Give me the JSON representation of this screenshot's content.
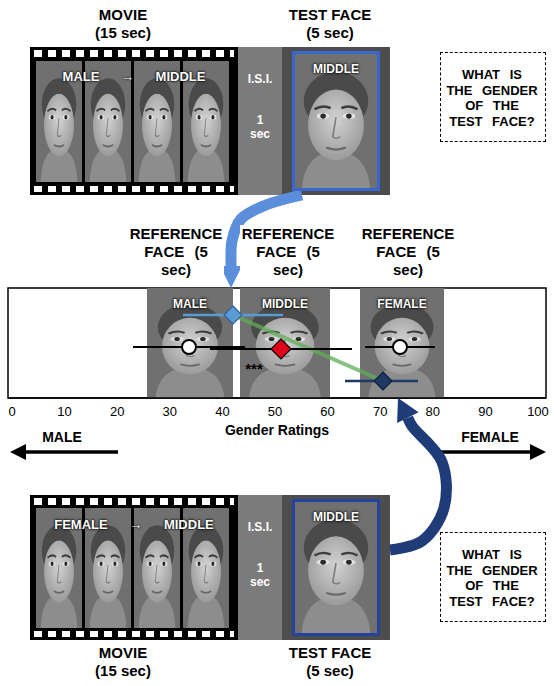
{
  "diagram": {
    "nodes": [
      {
        "text": [
          "MOVIE (15 sec)",
          "MALE → MIDDLE"
        ]
      },
      {
        "text": [
          "I.S.I.",
          "1 sec"
        ]
      },
      {
        "text": [
          "TEST FACE (5 sec)"
        ]
      },
      {
        "text": [
          "MIDDLE"
        ],
        "in": 2
      },
      {
        "text": [
          "WHAT IS THE GENDER OF THE TEST FACE?"
        ]
      },
      {
        "text": [
          "REFERENCE FACE (5 sec)",
          "MALE"
        ]
      },
      {
        "text": [
          "REFERENCE FACE (5 sec)",
          "MIDDLE"
        ]
      },
      {
        "text": [
          "REFERENCE FACE (5 sec)",
          "FEMALE"
        ]
      },
      {
        "text": [
          "FEMALE → MIDDLE",
          "MOVIE (15 sec)"
        ]
      },
      {
        "text": [
          "I.S.I.",
          "1 sec"
        ]
      },
      {
        "text": [
          "TEST FACE (5 sec)"
        ]
      },
      {
        "text": [
          "MIDDLE"
        ],
        "in": 10
      },
      {
        "text": [
          "WHAT IS THE GENDER OF THE TEST FACE?"
        ]
      }
    ],
    "edges": [
      {
        "from": 2,
        "to": 5,
        "arrow": "to"
      },
      {
        "from": 10,
        "to": 7,
        "arrow": "to"
      }
    ],
    "labels": [
      "0",
      "10",
      "20",
      "30",
      "40",
      "50",
      "60",
      "70",
      "80",
      "90",
      "100",
      "Gender Ratings",
      "MALE",
      "FEMALE",
      "***"
    ]
  }
}
